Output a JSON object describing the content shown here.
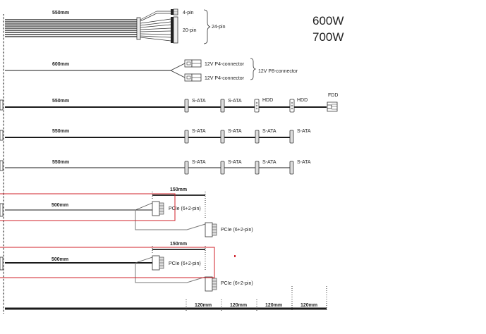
{
  "title": {
    "wattages": [
      "600W",
      "700W"
    ]
  },
  "colors": {
    "cable": "#1a1a1a",
    "highlight": "#d0202a",
    "connector_fill": "#e8e8e8",
    "gray_wire": "#777777"
  },
  "cables": [
    {
      "id": "atx",
      "length": "550mm",
      "connectors": [
        "4-pin",
        "20-pin"
      ],
      "group_label": "24-pin"
    },
    {
      "id": "eps",
      "length": "600mm",
      "connectors": [
        "12V P4-connector",
        "12V P4-connector"
      ],
      "group_label": "12V P8-connector"
    },
    {
      "id": "peripheral-1",
      "length": "550mm",
      "connectors": [
        "S-ATA",
        "S-ATA",
        "HDD",
        "HDD"
      ],
      "end_connector": "FDD"
    },
    {
      "id": "sata-1",
      "length": "550mm",
      "connectors": [
        "S-ATA",
        "S-ATA",
        "S-ATA",
        "S-ATA"
      ]
    },
    {
      "id": "sata-2",
      "length": "550mm",
      "connectors": [
        "S-ATA",
        "S-ATA",
        "S-ATA",
        "S-ATA"
      ]
    },
    {
      "id": "pcie-1",
      "length": "500mm",
      "branch_length": "150mm",
      "connectors": [
        "PCIe (6+2-pin)",
        "PCIe (6+2-pin)"
      ],
      "highlighted": true
    },
    {
      "id": "pcie-2",
      "length": "500mm",
      "branch_length": "150mm",
      "connectors": [
        "PCIe (6+2-pin)",
        "PCIe (6+2-pin)"
      ],
      "highlighted": true
    }
  ],
  "spacing_scale": {
    "segments": [
      "120mm",
      "120mm",
      "120mm",
      "120mm"
    ]
  }
}
